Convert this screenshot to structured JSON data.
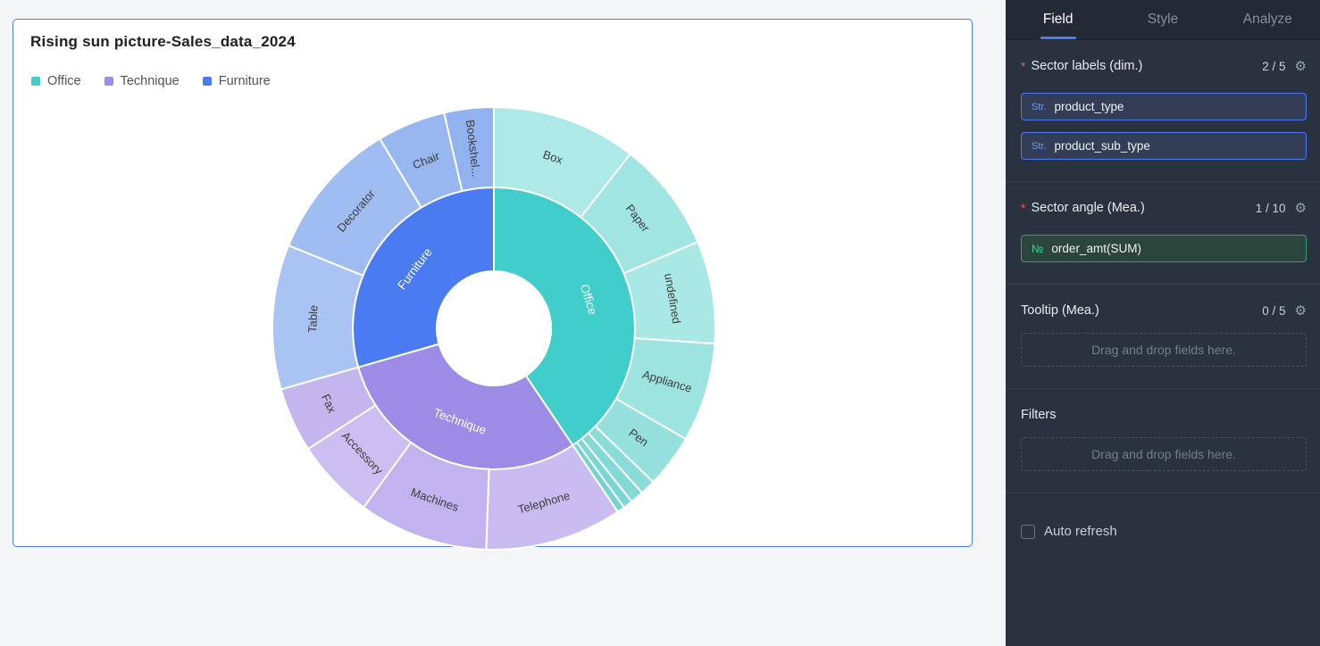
{
  "chart_data": {
    "type": "sunburst",
    "title": "Rising sun picture-Sales_data_2024",
    "legend": [
      {
        "label": "Office",
        "color": "#41cdc9"
      },
      {
        "label": "Technique",
        "color": "#9c8ce6"
      },
      {
        "label": "Furniture",
        "color": "#4a7bf0"
      }
    ],
    "rings": {
      "hole": 64,
      "inner": 158,
      "outer": 248
    },
    "inner_label_color": "#ffffff",
    "outer_label_color": "#3d3d3d",
    "series": [
      {
        "name": "Office",
        "color": "#41cdc9",
        "children": [
          {
            "label": "Box",
            "span_deg": 38,
            "color": "#ade9e7",
            "orient": "t"
          },
          {
            "label": "Paper",
            "span_deg": 29,
            "color": "#a1e5e3",
            "orient": "t"
          },
          {
            "label": "undefined",
            "span_deg": 27,
            "color": "#aae8e6",
            "orient": "t"
          },
          {
            "label": "Appliance",
            "span_deg": 26,
            "color": "#9de3e0",
            "orient": "r"
          },
          {
            "label": "Pen",
            "span_deg": 14,
            "color": "#95e0dd",
            "orient": "r"
          },
          {
            "label": "",
            "span_deg": 4,
            "color": "#8bdcd9"
          },
          {
            "label": "",
            "span_deg": 3.5,
            "color": "#83d9d6"
          },
          {
            "label": "",
            "span_deg": 2.5,
            "color": "#7bd6d3"
          },
          {
            "label": "",
            "span_deg": 2,
            "color": "#73d3cf"
          }
        ]
      },
      {
        "name": "Technique",
        "color": "#9c8ce6",
        "children": [
          {
            "label": "Telephone",
            "span_deg": 36,
            "color": "#c8bcf1",
            "orient": "t"
          },
          {
            "label": "Machines",
            "span_deg": 34,
            "color": "#c0b3ee",
            "orient": "t"
          },
          {
            "label": "Accessory",
            "span_deg": 21,
            "color": "#cbbff2",
            "orient": "t"
          },
          {
            "label": "Fax",
            "span_deg": 17,
            "color": "#c3b6ef",
            "orient": "t"
          }
        ]
      },
      {
        "name": "Furniture",
        "color": "#4a7bf0",
        "children": [
          {
            "label": "Table",
            "span_deg": 38,
            "color": "#a9c4f3",
            "orient": "t"
          },
          {
            "label": "Decorator",
            "span_deg": 37,
            "color": "#a0bdf1",
            "orient": "t"
          },
          {
            "label": "Chair",
            "span_deg": 18,
            "color": "#98b7f0",
            "orient": "t"
          },
          {
            "label": "Bookshel...",
            "span_deg": 13,
            "color": "#90b2ee",
            "orient": "r"
          }
        ]
      }
    ]
  },
  "panel": {
    "required_marker": "*",
    "tabs": [
      {
        "label": "Field",
        "active": true
      },
      {
        "label": "Style",
        "active": false
      },
      {
        "label": "Analyze",
        "active": false
      }
    ],
    "sections": {
      "sector_labels": {
        "title": "Sector labels (dim.)",
        "count": "2 / 5",
        "fields": [
          {
            "type_badge": "Str.",
            "name": "product_type"
          },
          {
            "type_badge": "Str.",
            "name": "product_sub_type"
          }
        ]
      },
      "sector_angle": {
        "title": "Sector angle (Mea.)",
        "count": "1 / 10",
        "fields": [
          {
            "type_badge": "№",
            "name": "order_amt(SUM)"
          }
        ]
      },
      "tooltip": {
        "title": "Tooltip (Mea.)",
        "count": "0 / 5",
        "placeholder": "Drag and drop fields here."
      },
      "filters": {
        "title": "Filters",
        "placeholder": "Drag and drop fields here."
      }
    },
    "auto_refresh_label": "Auto refresh"
  }
}
